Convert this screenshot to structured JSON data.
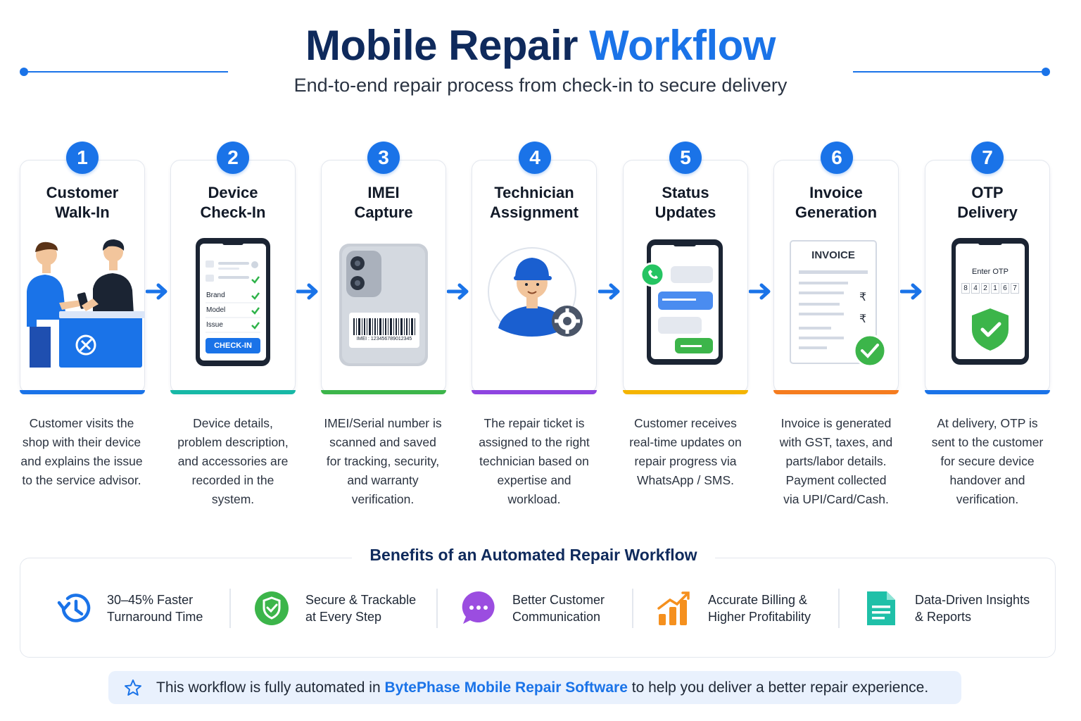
{
  "header": {
    "title_part1": "Mobile Repair",
    "title_part2": "Workflow",
    "subtitle": "End-to-end repair process from check-in to secure delivery"
  },
  "steps": [
    {
      "number": "1",
      "title_l1": "Customer",
      "title_l2": "Walk-In",
      "color": "#1a73e8",
      "desc": [
        "Customer visits the",
        "shop with their device",
        "and explains the issue",
        "to the service advisor."
      ]
    },
    {
      "number": "2",
      "title_l1": "Device",
      "title_l2": "Check-In",
      "color": "#17b8a6",
      "desc": [
        "Device details,",
        "problem description,",
        "and accessories are",
        "recorded in the",
        "system."
      ],
      "form": {
        "row1": "Brand",
        "row2": "Model",
        "row3": "Issue",
        "button": "CHECK-IN"
      }
    },
    {
      "number": "3",
      "title_l1": "IMEI",
      "title_l2": "Capture",
      "color": "#3cb54a",
      "desc": [
        "IMEI/Serial number is",
        "scanned and saved",
        "for tracking, security,",
        "and warranty",
        "verification."
      ],
      "imei_label": "IMEI : 123456789012345"
    },
    {
      "number": "4",
      "title_l1": "Technician",
      "title_l2": "Assignment",
      "color": "#8e44e0",
      "desc": [
        "The repair ticket is",
        "assigned to the right",
        "technician based on",
        "expertise and",
        "workload."
      ]
    },
    {
      "number": "5",
      "title_l1": "Status",
      "title_l2": "Updates",
      "color": "#f4b400",
      "desc": [
        "Customer receives",
        "real-time updates on",
        "repair progress via",
        "WhatsApp / SMS."
      ]
    },
    {
      "number": "6",
      "title_l1": "Invoice",
      "title_l2": "Generation",
      "color": "#f57c1f",
      "desc": [
        "Invoice is generated",
        "with GST, taxes, and",
        "parts/labor details.",
        "Payment collected",
        "via UPI/Card/Cash."
      ],
      "invoice_label": "INVOICE",
      "currency": "₹"
    },
    {
      "number": "7",
      "title_l1": "OTP",
      "title_l2": "Delivery",
      "color": "#1a73e8",
      "desc": [
        "At delivery, OTP is",
        "sent to the customer",
        "for secure device",
        "handover and",
        "verification."
      ],
      "otp_label": "Enter OTP",
      "otp_digits": [
        "8",
        "4",
        "2",
        "1",
        "6",
        "7"
      ]
    }
  ],
  "benefits": {
    "title": "Benefits of an Automated Repair Workflow",
    "items": [
      {
        "l1": "30–45% Faster",
        "l2": "Turnaround Time",
        "icon": "clock-history-icon",
        "color": "#1a73e8"
      },
      {
        "l1": "Secure & Trackable",
        "l2": "at Every Step",
        "icon": "shield-check-icon",
        "color": "#3cb54a"
      },
      {
        "l1": "Better Customer",
        "l2": "Communication",
        "icon": "chat-bubble-icon",
        "color": "#9b4de0"
      },
      {
        "l1": "Accurate Billing &",
        "l2": "Higher Profitability",
        "icon": "bar-chart-icon",
        "color": "#f5901e"
      },
      {
        "l1": "Data-Driven Insights",
        "l2": "& Reports",
        "icon": "document-icon",
        "color": "#1fc0a8"
      }
    ]
  },
  "footer": {
    "before": "This workflow is fully automated in",
    "brand": "BytePhase Mobile Repair Software",
    "after": "to help you deliver a better repair experience."
  },
  "colors": {
    "primary": "#1a73e8",
    "navy": "#0f2a5c"
  }
}
